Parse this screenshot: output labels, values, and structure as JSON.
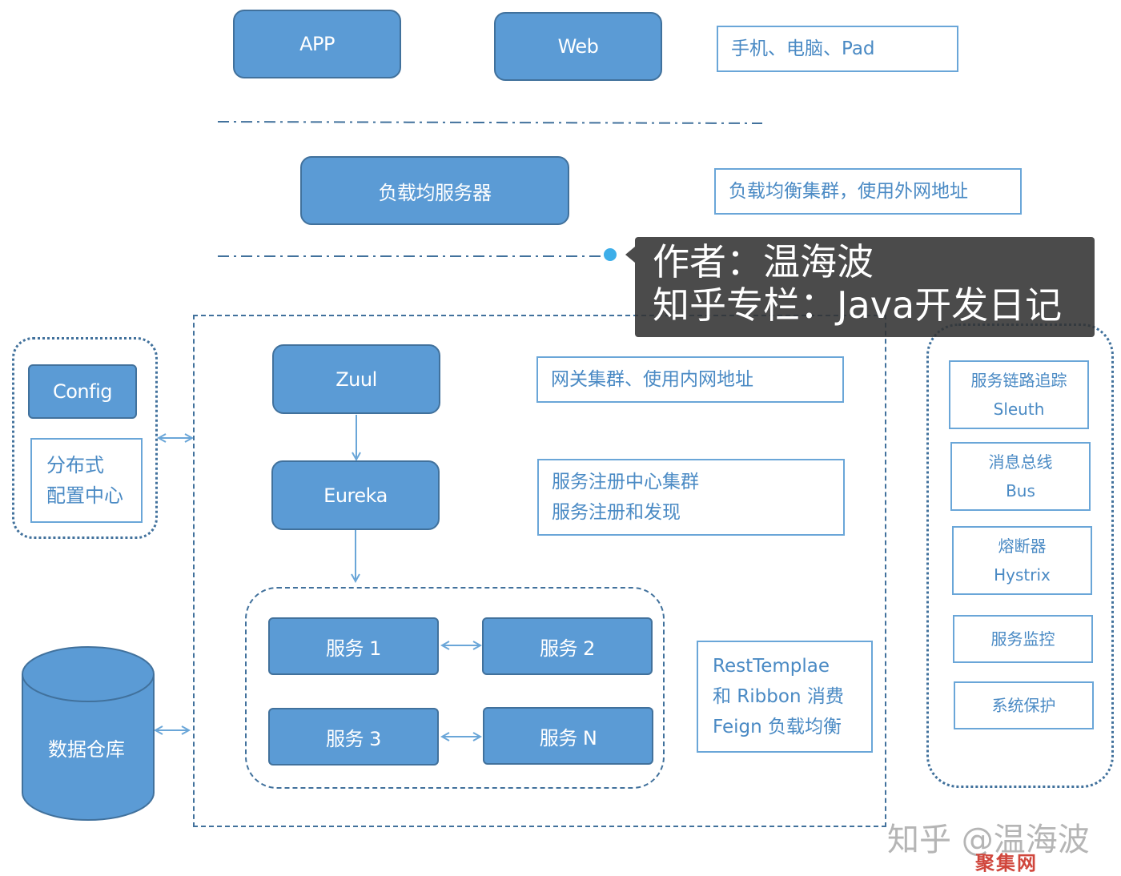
{
  "clients": {
    "app": "APP",
    "web": "Web",
    "note": "手机、电脑、Pad"
  },
  "load_balancer": {
    "label": "负载均服务器",
    "note": "负载均衡集群，使用外网地址"
  },
  "config": {
    "label": "Config",
    "note_line1": "分布式",
    "note_line2": "配置中心"
  },
  "gateway": {
    "label": "Zuul",
    "note": "网关集群、使用内网地址"
  },
  "registry": {
    "label": "Eureka",
    "note_line1": "服务注册中心集群",
    "note_line2": "服务注册和发现"
  },
  "services": {
    "s1": "服务 1",
    "s2": "服务 2",
    "s3": "服务 3",
    "sn": "服务 N",
    "note_line1": "RestTemplae",
    "note_line2": "和 Ribbon 消费",
    "note_line3": "Feign 负载均衡"
  },
  "database": {
    "label": "数据仓库"
  },
  "right_panel": {
    "items": [
      {
        "line1": "服务链路追踪",
        "line2": "Sleuth"
      },
      {
        "line1": "消息总线",
        "line2": "Bus"
      },
      {
        "line1": "熔断器",
        "line2": "Hystrix"
      },
      {
        "line1": "服务监控",
        "line2": ""
      },
      {
        "line1": "系统保护",
        "line2": ""
      }
    ]
  },
  "watermark": {
    "author": "作者：温海波",
    "column": "知乎专栏：Java开发日记",
    "zhihu": "知乎 @温海波",
    "site": "聚集网"
  },
  "colors": {
    "node_fill": "#5b9bd5",
    "node_border": "#41719c",
    "note_text": "#4a8ac4",
    "accent_dot": "#3daee9"
  }
}
